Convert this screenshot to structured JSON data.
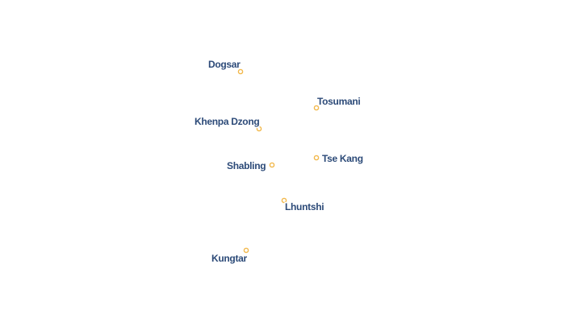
{
  "map": {
    "colors": {
      "dot": "#f2b84b",
      "label": "#2c4a78",
      "halo": "#ffffff",
      "background": "#ffffff"
    },
    "places": [
      {
        "id": "dogsar",
        "name": "Dogsar"
      },
      {
        "id": "tosumani",
        "name": "Tosumani"
      },
      {
        "id": "khenpa-dzong",
        "name": "Khenpa Dzong"
      },
      {
        "id": "shabling",
        "name": "Shabling"
      },
      {
        "id": "tse-kang",
        "name": "Tse Kang"
      },
      {
        "id": "lhuntshi",
        "name": "Lhuntshi"
      },
      {
        "id": "kungtar",
        "name": "Kungtar"
      }
    ]
  }
}
